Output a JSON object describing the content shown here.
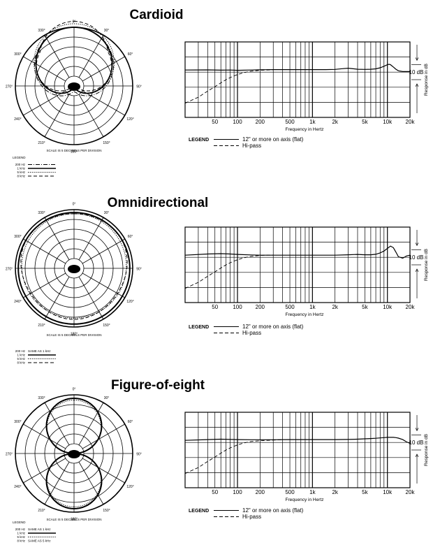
{
  "colors": {
    "ink": "#000000",
    "paper": "#ffffff"
  },
  "chart_data": [
    {
      "type": "polar",
      "title": "Cardioid",
      "angle_labels": [
        "0°",
        "30°",
        "60°",
        "90°",
        "120°",
        "150°",
        "180°",
        "210°",
        "240°",
        "270°",
        "300°",
        "330°"
      ],
      "scale_note": "SCALE IS 5 DECIBELS PER DIVISION",
      "legend_title": "LEGEND",
      "legend": [
        {
          "name": "200 Hz",
          "style": "dash-dot",
          "note": ""
        },
        {
          "name": "1 kHz",
          "style": "solid",
          "note": ""
        },
        {
          "name": "5 kHz",
          "style": "dotted",
          "note": ""
        },
        {
          "name": "8 kHz",
          "style": "dashed",
          "note": ""
        }
      ],
      "pattern": "cardioid"
    },
    {
      "type": "line",
      "x_scale": "log",
      "xlim": [
        20,
        20000
      ],
      "x_ticks": [
        "50",
        "100",
        "200",
        "500",
        "1k",
        "2k",
        "5k",
        "10k",
        "20k"
      ],
      "x_tick_values": [
        50,
        100,
        200,
        500,
        1000,
        2000,
        5000,
        10000,
        20000
      ],
      "xlabel": "Frequency in Hertz",
      "ylabel": "Response in dB",
      "scale_label": "10 dB",
      "legend_title": "LEGEND",
      "series": [
        {
          "name": "12\" or more on axis (flat)",
          "style": "solid",
          "x": [
            20,
            40,
            60,
            80,
            100,
            150,
            200,
            300,
            500,
            800,
            1000,
            1500,
            2000,
            2500,
            3000,
            4000,
            5000,
            6000,
            7000,
            8000,
            9000,
            10000,
            10500,
            11000,
            12000,
            13000,
            14000,
            16000,
            18000,
            20000
          ],
          "y": [
            0,
            0.1,
            -0.1,
            0,
            -0.2,
            0,
            0.2,
            0.3,
            0.3,
            0.3,
            0.3,
            0.3,
            0.4,
            0.9,
            1.2,
            0.5,
            0.4,
            0.5,
            0.8,
            1.5,
            2.5,
            3.5,
            3.8,
            3.5,
            2,
            0.5,
            -0.5,
            -1,
            -1,
            -1
          ]
        },
        {
          "name": "Hi-pass",
          "style": "dashed",
          "x": [
            20,
            30,
            40,
            50,
            60,
            70,
            80,
            100,
            120,
            150,
            200,
            250,
            300
          ],
          "y": [
            -22,
            -18,
            -14,
            -11,
            -8.5,
            -6.5,
            -5,
            -3,
            -1.8,
            -0.8,
            -0.2,
            0,
            0.2
          ]
        }
      ]
    },
    {
      "type": "polar",
      "title": "Omnidirectional",
      "angle_labels": [
        "0°",
        "30°",
        "60°",
        "90°",
        "120°",
        "150°",
        "180°",
        "210°",
        "240°",
        "270°",
        "300°",
        "330°"
      ],
      "scale_note": "SCALE IS 5 DECIBELS PER DIVISION",
      "legend_title": "",
      "legend": [
        {
          "name": "200 Hz",
          "style": "none",
          "note": "SAME AS 1 kHz"
        },
        {
          "name": "1 kHz",
          "style": "solid",
          "note": ""
        },
        {
          "name": "5 kHz",
          "style": "dotted",
          "note": ""
        },
        {
          "name": "8 kHz",
          "style": "dashed",
          "note": ""
        }
      ],
      "pattern": "omni"
    },
    {
      "type": "line",
      "x_scale": "log",
      "xlim": [
        20,
        20000
      ],
      "x_ticks": [
        "50",
        "100",
        "200",
        "500",
        "1k",
        "2k",
        "5k",
        "10k",
        "20k"
      ],
      "x_tick_values": [
        50,
        100,
        200,
        500,
        1000,
        2000,
        5000,
        10000,
        20000
      ],
      "xlabel": "Frequency in Hertz",
      "ylabel": "Response in dB",
      "scale_label": "10 dB",
      "legend_title": "LEGEND",
      "series": [
        {
          "name": "12\" or more on axis (flat)",
          "style": "solid",
          "x": [
            20,
            40,
            60,
            80,
            100,
            150,
            200,
            300,
            500,
            800,
            1000,
            1500,
            2000,
            3000,
            4000,
            5000,
            6000,
            7000,
            8000,
            9000,
            10000,
            11000,
            12000,
            13000,
            14000,
            16000,
            18000,
            20000
          ],
          "y": [
            0,
            0.8,
            1,
            0.8,
            0.5,
            0.2,
            0,
            0,
            0,
            0,
            0,
            0,
            0,
            0.3,
            0.5,
            0.3,
            0.3,
            0.6,
            1.5,
            2.8,
            4.5,
            6,
            5,
            2,
            -1,
            -2,
            -0.5,
            0
          ],
          "y_note": ""
        },
        {
          "name": "Hi-pass",
          "style": "dashed",
          "x": [
            20,
            30,
            40,
            50,
            60,
            70,
            80,
            100,
            120,
            150,
            200,
            250,
            300
          ],
          "y": [
            -22,
            -18,
            -14,
            -11,
            -8.5,
            -6.5,
            -5,
            -3,
            -1.8,
            -0.8,
            -0.2,
            0,
            0
          ]
        }
      ]
    },
    {
      "type": "polar",
      "title": "Figure-of-eight",
      "angle_labels": [
        "0°",
        "30°",
        "60°",
        "90°",
        "120°",
        "150°",
        "180°",
        "210°",
        "240°",
        "270°",
        "300°",
        "330°"
      ],
      "scale_note": "SCALE IS 5 DECIBELS PER DIVISION",
      "legend_title": "LEGEND",
      "legend": [
        {
          "name": "200 Hz",
          "style": "none",
          "note": "SAME AS 1 kHz"
        },
        {
          "name": "1 kHz",
          "style": "solid",
          "note": ""
        },
        {
          "name": "5 kHz",
          "style": "dotted",
          "note": ""
        },
        {
          "name": "8 kHz",
          "style": "none",
          "note": "SAME AS 5 kHz"
        }
      ],
      "pattern": "figure8"
    },
    {
      "type": "line",
      "x_scale": "log",
      "xlim": [
        20,
        20000
      ],
      "x_ticks": [
        "50",
        "100",
        "200",
        "500",
        "1k",
        "2k",
        "5k",
        "10k",
        "20k"
      ],
      "x_tick_values": [
        50,
        100,
        200,
        500,
        1000,
        2000,
        5000,
        10000,
        20000
      ],
      "xlabel": "Frequency in Hertz",
      "ylabel": "Response in dB",
      "scale_label": "10 dB",
      "legend_title": "LEGEND",
      "series": [
        {
          "name": "12\" or more on axis (flat)",
          "style": "solid",
          "x": [
            20,
            40,
            60,
            80,
            100,
            150,
            200,
            300,
            500,
            800,
            1000,
            1500,
            2000,
            3000,
            4000,
            5000,
            6000,
            7000,
            8000,
            9000,
            10000,
            11000,
            12000,
            13000,
            14000,
            16000,
            18000,
            20000
          ],
          "y": [
            0,
            0.5,
            0.8,
            0.6,
            0.5,
            0.4,
            0.4,
            0.4,
            0.5,
            0.5,
            0.5,
            0.5,
            0.5,
            0.6,
            0.8,
            1,
            1.2,
            1.4,
            1.6,
            1.8,
            2,
            2,
            2,
            1.8,
            1.5,
            0.5,
            -1,
            -2
          ]
        },
        {
          "name": "Hi-pass",
          "style": "dashed",
          "x": [
            20,
            30,
            40,
            50,
            60,
            70,
            80,
            100,
            120,
            150,
            200,
            250,
            300,
            400
          ],
          "y": [
            -22,
            -18,
            -14,
            -11,
            -8.5,
            -6.5,
            -5,
            -3,
            -1.8,
            -0.8,
            -0.3,
            0,
            0.2,
            0.4
          ]
        }
      ]
    }
  ]
}
